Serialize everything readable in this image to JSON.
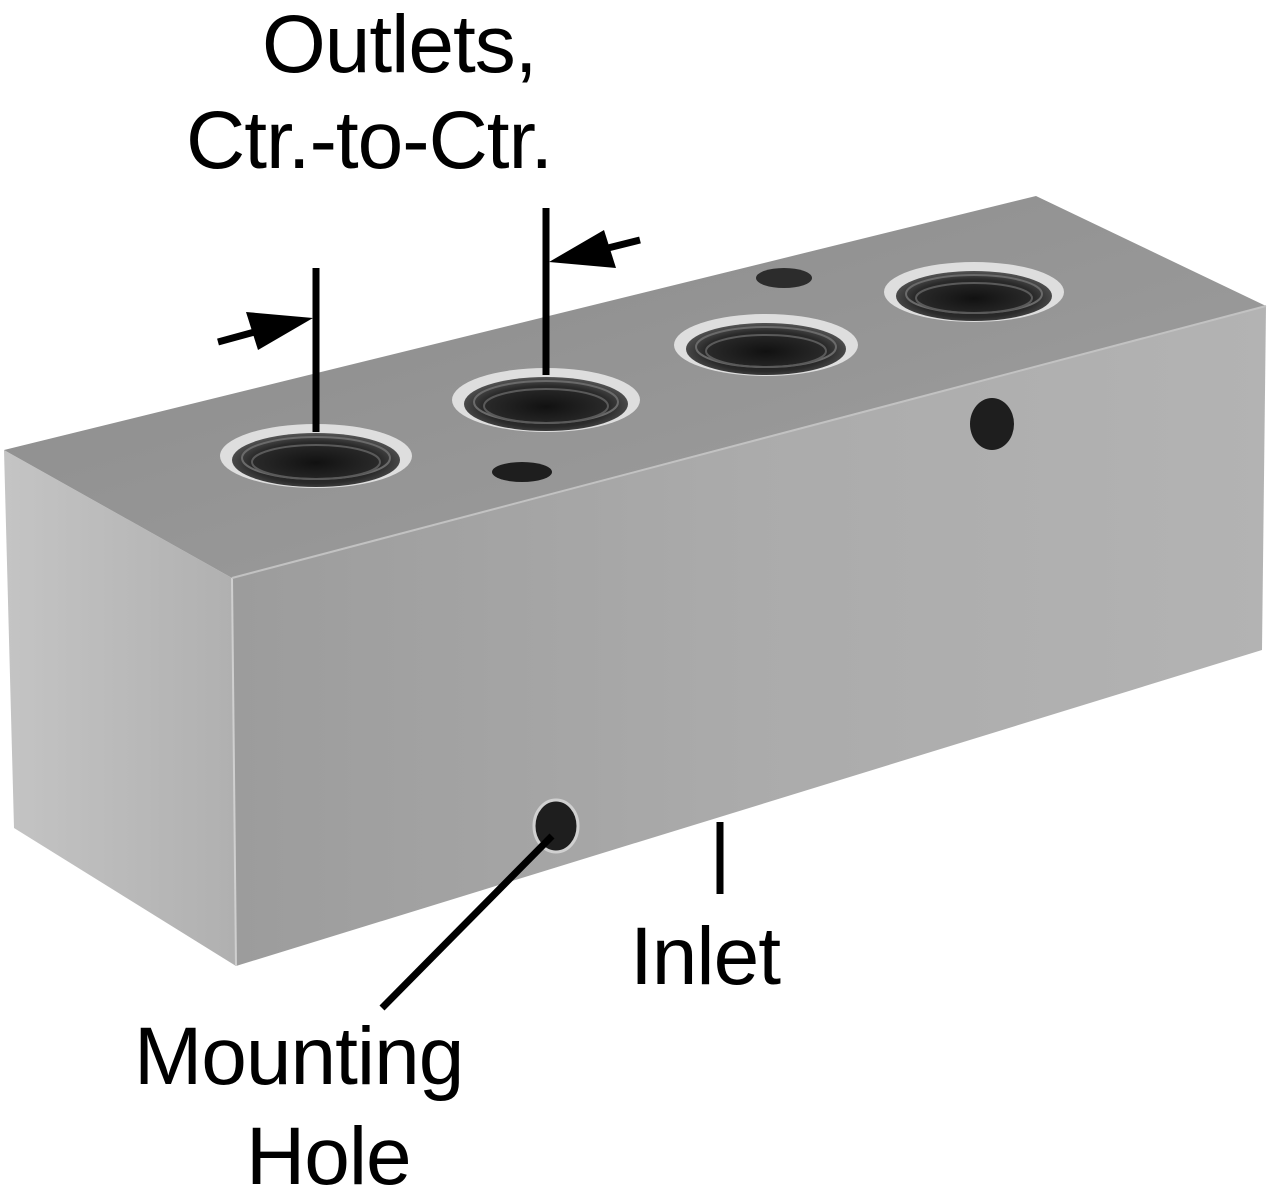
{
  "labels": {
    "outlets_line1": "Outlets,",
    "outlets_line2": "Ctr.-to-Ctr.",
    "inlet": "Inlet",
    "mounting_line1": "Mounting",
    "mounting_line2": "Hole"
  },
  "colors": {
    "block_front": "#a9a9a9",
    "block_top": "#8f8f8f",
    "block_side": "#bdbdbd",
    "port_dark": "#1e1e1e",
    "port_rim": "#d9d9d9",
    "leader_line": "#000000"
  }
}
